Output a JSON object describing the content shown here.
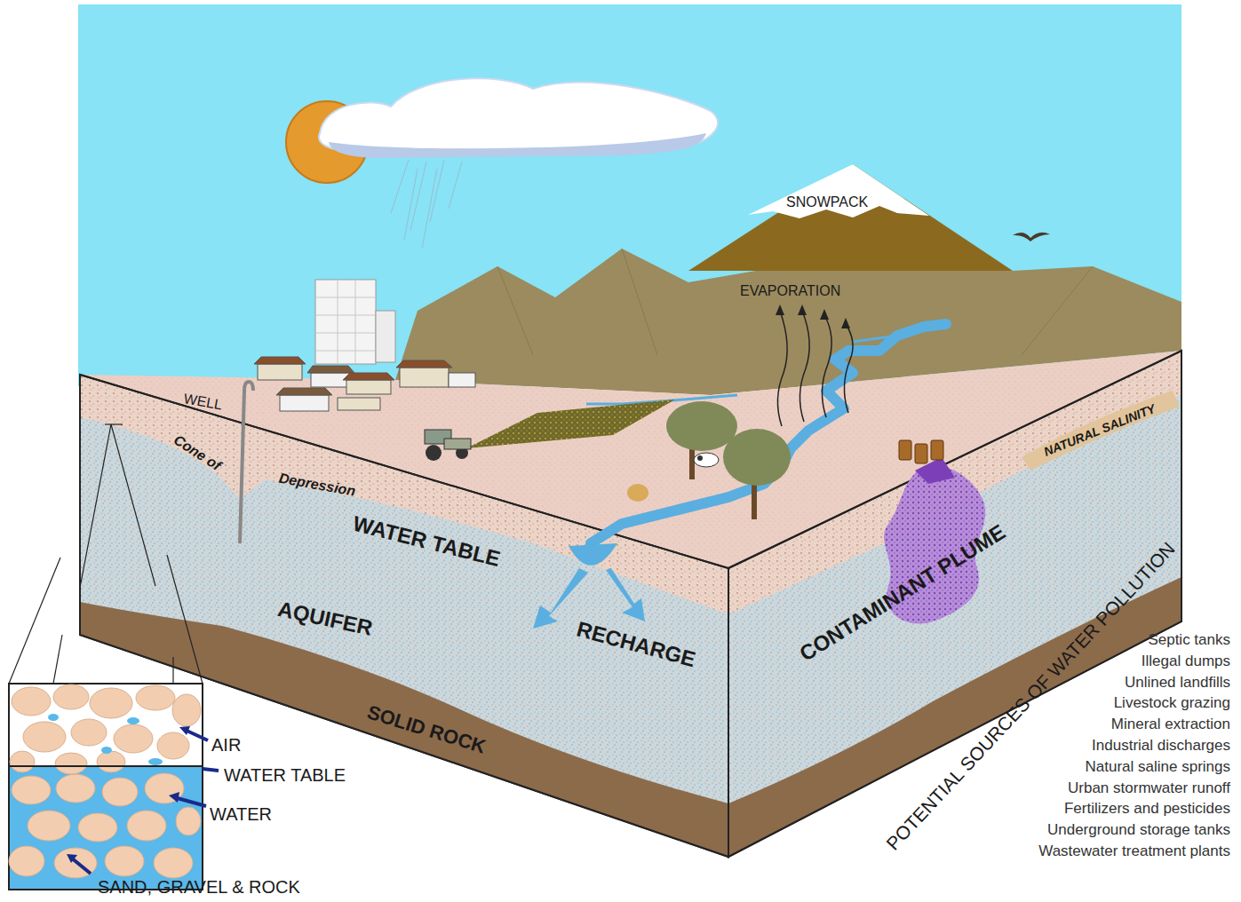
{
  "diagram": {
    "labels": [
      "SNOWPACK",
      "EVAPORATION",
      "WELL",
      "Cone of",
      "Depression",
      "NATURAL SALINITY",
      "WATER TABLE",
      "AQUIFER",
      "RECHARGE",
      "CONTAMINANT PLUME",
      "SOLID ROCK",
      "POTENTIAL SOURCES OF WATER POLLUTION",
      "Septic tanks",
      "Illegal dumps",
      "Unlined landfills",
      "Livestock grazing",
      "Mineral extraction",
      "Industrial discharges",
      "Natural saline springs",
      "Urban stormwater runoff",
      "Fertilizers and pesticides",
      "Underground storage tanks",
      "Wastewater treatment plants",
      "AIR",
      "WATER TABLE",
      "WATER",
      "SAND, GRAVEL & ROCK"
    ]
  }
}
